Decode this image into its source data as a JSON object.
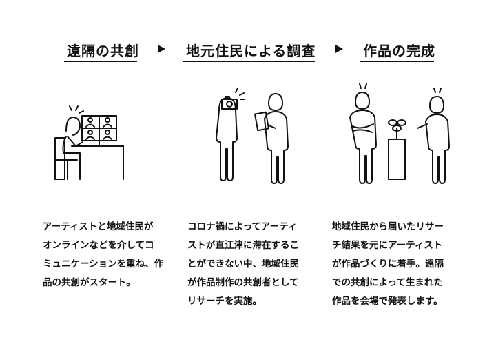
{
  "steps": [
    {
      "title": "遠隔の共創",
      "description": "アーティストと地域住民が\nオンラインなどを介してコ\nミュニケーションを重ね、作\n品の共創がスタート。"
    },
    {
      "title": "地元住民による調査",
      "description": "コロナ禍によってアーティ\nストが直江津に滞在するこ\nとができない中、地域住民\nが作品制作の共創者として\nリサーチを実施。"
    },
    {
      "title": "作品の完成",
      "description": "地域住民から届いたリサー\nチ結果を元にアーティスト\nが作品づくりに着手。遠隔\nでの共創によって生まれた\n作品を会場で発表します。"
    }
  ],
  "icons": [
    "arrow-right-icon",
    "person-at-computer-icon",
    "person-with-camera-icon",
    "person-with-notebook-icon",
    "person-arms-crossed-icon",
    "plant-on-pedestal-icon",
    "person-presenting-icon"
  ]
}
